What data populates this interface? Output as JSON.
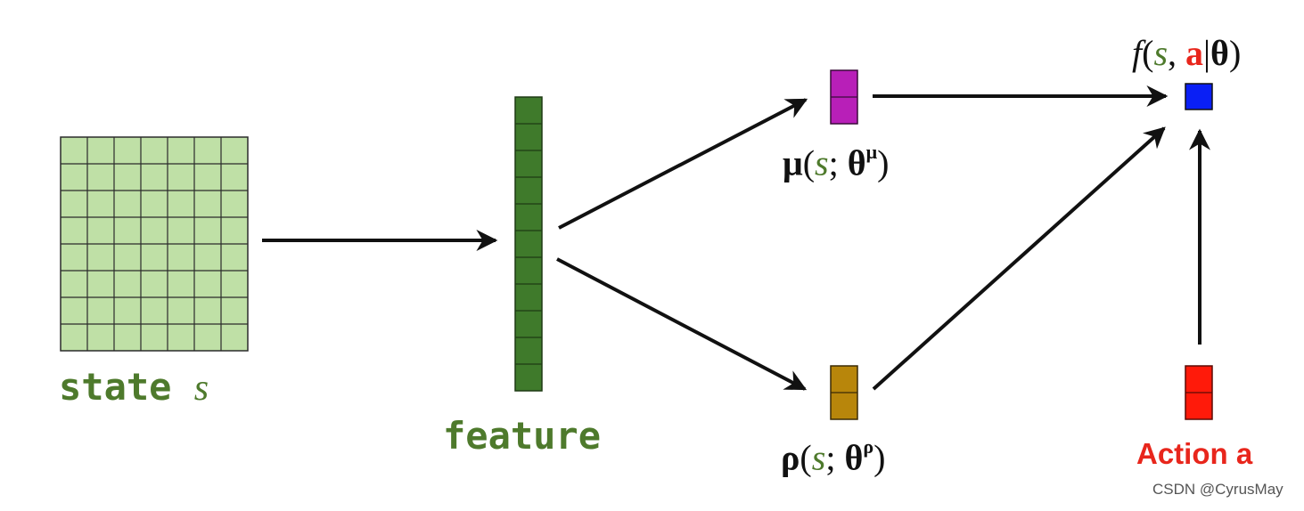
{
  "labels": {
    "state_word": "state",
    "state_var": "s",
    "feature": "feature",
    "mu_sym": "μ",
    "rho_sym": "ρ",
    "var_s": "s",
    "theta": "θ",
    "mu_sup": "μ",
    "rho_sup": "ρ",
    "f_sym": "f",
    "a_sym": "a",
    "action": "Action a",
    "watermark": "CSDN @CyrusMay"
  },
  "colors": {
    "state_grid": "#bfe0a6",
    "feature": "#3f7a2b",
    "mu_block": "#b81fb8",
    "rho_block": "#b8860b",
    "f_block": "#0a1ff5",
    "action_block": "#ff1a0a",
    "arrow": "#111111",
    "green_text": "#4e7a2c",
    "red_text": "#e8261c"
  }
}
